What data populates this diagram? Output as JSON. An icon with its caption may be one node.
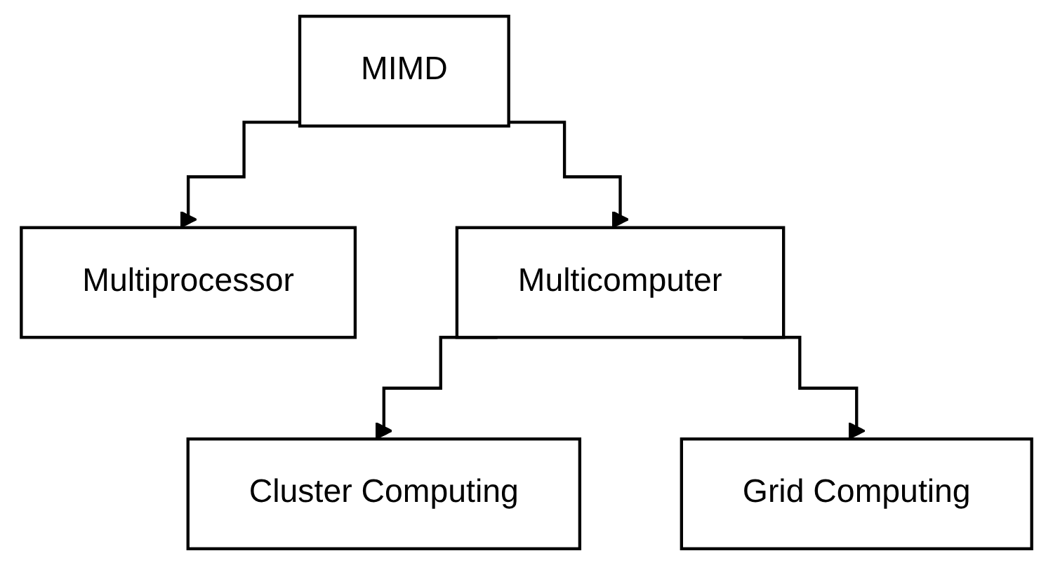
{
  "diagram": {
    "nodes": [
      {
        "text": [
          "MIMD"
        ]
      },
      {
        "text": [
          "Multiprocessor"
        ]
      },
      {
        "text": [
          "Multicomputer"
        ]
      },
      {
        "text": [
          "Cluster Computing"
        ]
      },
      {
        "text": [
          "Grid Computing"
        ]
      }
    ],
    "edges": [
      {
        "from": 0,
        "to": 1,
        "arrow": "to"
      },
      {
        "from": 0,
        "to": 2,
        "arrow": "to"
      },
      {
        "from": 2,
        "to": 3,
        "arrow": "to"
      },
      {
        "from": 2,
        "to": 4,
        "arrow": "to"
      }
    ]
  }
}
